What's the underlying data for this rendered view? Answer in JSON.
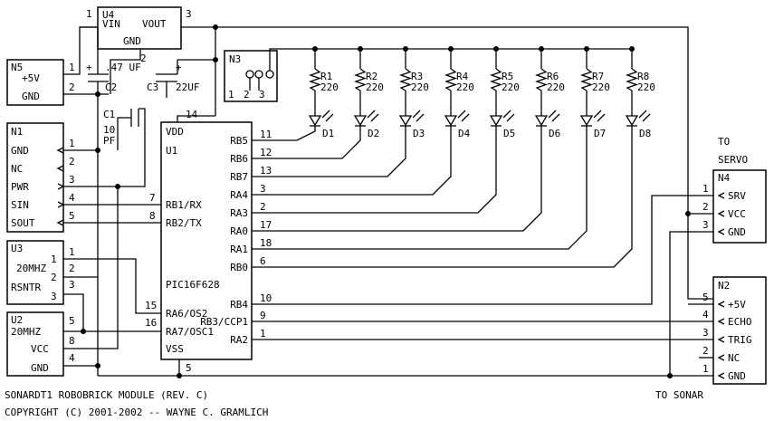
{
  "title": "SONARDT1 ROBOBRICK MODULE (REV. C)",
  "copyright": "COPYRIGHT (C) 2001-2002 -- WAYNE C. GRAMLICH",
  "u4": {
    "ref": "U4",
    "vin": "VIN",
    "vout": "VOUT",
    "gnd": "GND",
    "p1": "1",
    "p2": "2",
    "p3": "3"
  },
  "u1": {
    "ref": "U1",
    "part": "PIC16F628",
    "vdd": "VDD",
    "vss": "VSS",
    "p_vdd": "14",
    "p_vss": "5",
    "pins": [
      {
        "name": "RB5",
        "num": "11"
      },
      {
        "name": "RB6",
        "num": "12"
      },
      {
        "name": "RB7",
        "num": "13"
      },
      {
        "name": "RA4",
        "num": "3"
      },
      {
        "name": "RA3",
        "num": "2"
      },
      {
        "name": "RA0",
        "num": "17"
      },
      {
        "name": "RA1",
        "num": "18"
      },
      {
        "name": "RB0",
        "num": "6"
      },
      {
        "name": "RB4",
        "num": "10"
      },
      {
        "name": "RB3/CCP1",
        "num": "9"
      },
      {
        "name": "RA2",
        "num": "1"
      }
    ],
    "rx": "RB1/RX",
    "rx_num": "7",
    "tx": "RB2/TX",
    "tx_num": "8",
    "osc2": "RA6/OS2",
    "osc2_num": "15",
    "osc1": "RA7/OSC1",
    "osc1_num": "16"
  },
  "n5": {
    "ref": "N5",
    "p5v": "+5V",
    "gnd": "GND",
    "n1": "1",
    "n2": "2"
  },
  "n1": {
    "ref": "N1",
    "pins": [
      {
        "label": "GND",
        "num": "1"
      },
      {
        "label": "NC",
        "num": "2"
      },
      {
        "label": "PWR",
        "num": "3"
      },
      {
        "label": "SIN",
        "num": "4"
      },
      {
        "label": "SOUT",
        "num": "5"
      }
    ]
  },
  "u3": {
    "ref": "U3",
    "l1": "20MHZ",
    "l2": "RSNTR",
    "n1": "1",
    "n1b": "1",
    "n2": "2",
    "n2b": "2",
    "n3": "3",
    "n3b": "3"
  },
  "u2": {
    "ref": "U2",
    "l1": "20MHZ",
    "vcc": "VCC",
    "gnd": "GND",
    "n5": "5",
    "n8": "8",
    "n4": "4"
  },
  "n3": {
    "ref": "N3",
    "n1": "1",
    "n2": "2",
    "n3": "3"
  },
  "c2": {
    "ref": "C2",
    "val": ".47 UF",
    "plus": "+"
  },
  "c3": {
    "ref": "C3",
    "val": "22UF",
    "plus": "+"
  },
  "c1": {
    "ref": "C1",
    "val": "10 PF"
  },
  "resistors": [
    {
      "ref": "R1",
      "val": "220"
    },
    {
      "ref": "R2",
      "val": "220"
    },
    {
      "ref": "R3",
      "val": "220"
    },
    {
      "ref": "R4",
      "val": "220"
    },
    {
      "ref": "R5",
      "val": "220"
    },
    {
      "ref": "R6",
      "val": "220"
    },
    {
      "ref": "R7",
      "val": "220"
    },
    {
      "ref": "R8",
      "val": "220"
    }
  ],
  "diodes": [
    "D1",
    "D2",
    "D3",
    "D4",
    "D5",
    "D6",
    "D7",
    "D8"
  ],
  "n4": {
    "ref": "N4",
    "to": "TO",
    "servo": "SERVO",
    "pins": [
      {
        "label": "SRV",
        "num": "1"
      },
      {
        "label": "VCC",
        "num": "2"
      },
      {
        "label": "GND",
        "num": "3"
      }
    ]
  },
  "n2": {
    "ref": "N2",
    "to_sonar": "TO SONAR",
    "pins": [
      {
        "label": "+5V",
        "num": "5"
      },
      {
        "label": "ECHO",
        "num": "4"
      },
      {
        "label": "TRIG",
        "num": "3"
      },
      {
        "label": "NC",
        "num": "2"
      },
      {
        "label": "GND",
        "num": "1"
      }
    ]
  }
}
